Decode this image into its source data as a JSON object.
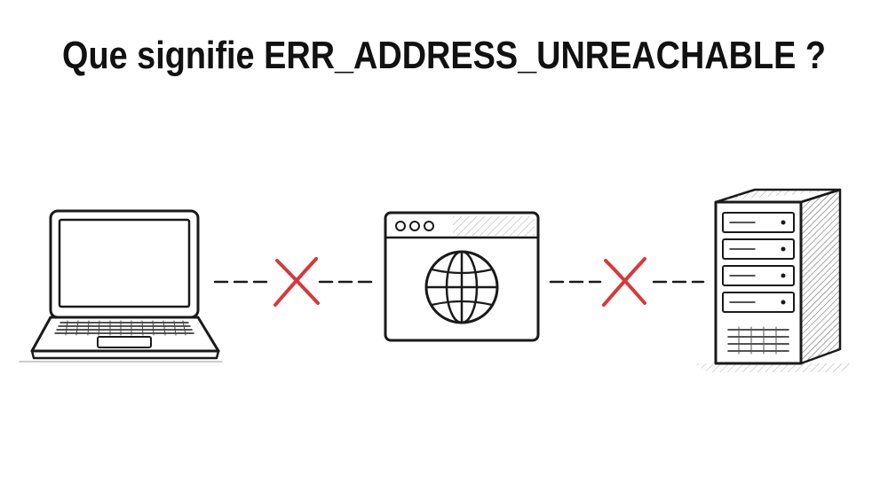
{
  "title": "Que signifie ERR_ADDRESS_UNREACHABLE ?",
  "colors": {
    "ink": "#1a1a1a",
    "cross": "#d9383a",
    "background": "#ffffff"
  },
  "nodes": [
    {
      "id": "client",
      "icon": "laptop-icon"
    },
    {
      "id": "browser",
      "icon": "browser-globe-icon"
    },
    {
      "id": "server",
      "icon": "server-tower-icon"
    }
  ],
  "links": [
    {
      "from": "client",
      "to": "browser",
      "status": "blocked"
    },
    {
      "from": "browser",
      "to": "server",
      "status": "blocked"
    }
  ]
}
